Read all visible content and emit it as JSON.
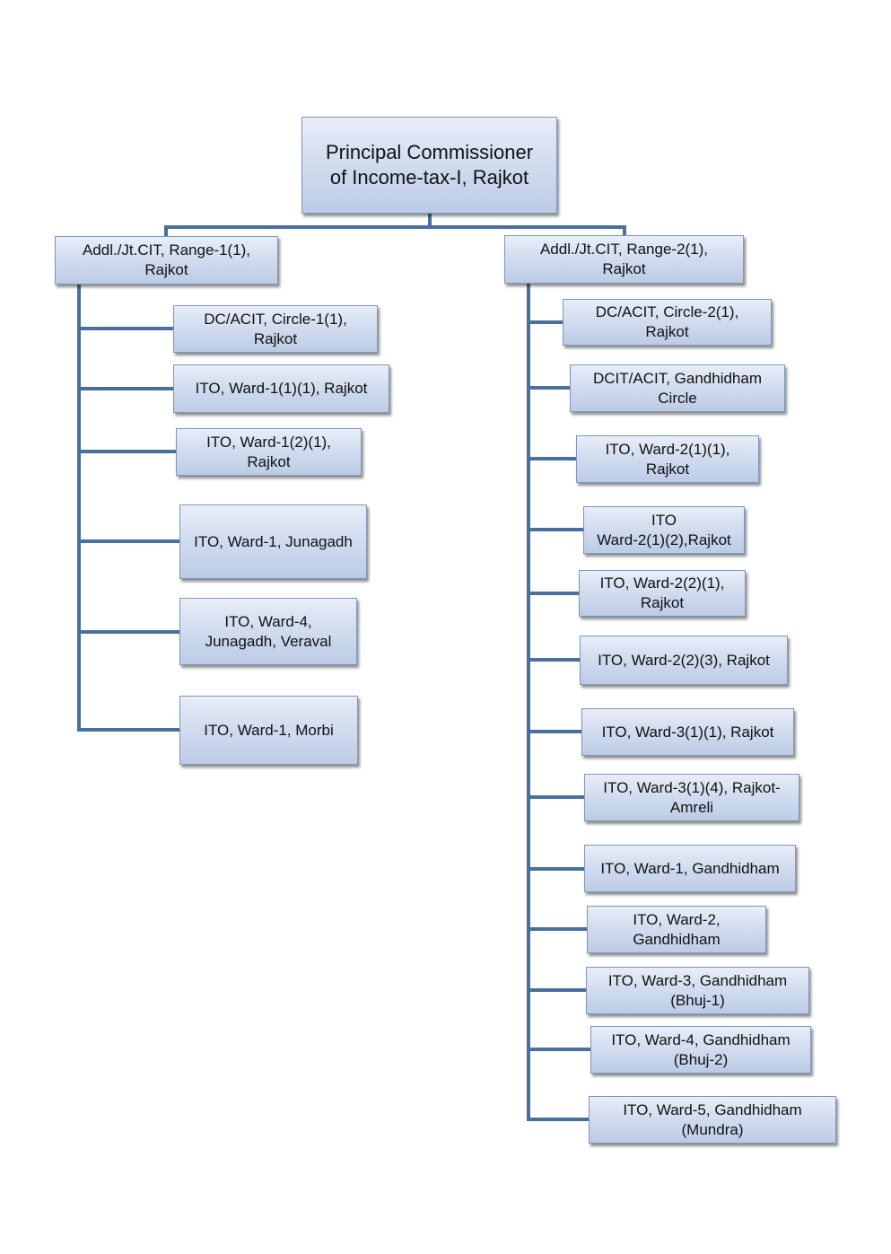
{
  "chart": {
    "root": {
      "label": "Principal Commissioner\nof Income-tax-I, Rajkot"
    },
    "ranges": [
      {
        "label": "Addl./Jt.CIT, Range-1(1),\nRajkot",
        "children": [
          "DC/ACIT, Circle-1(1),\nRajkot",
          "ITO, Ward-1(1)(1), Rajkot",
          "ITO, Ward-1(2)(1),\nRajkot",
          "ITO, Ward-1, Junagadh",
          "ITO, Ward-4,\nJunagadh, Veraval",
          "ITO, Ward-1, Morbi"
        ]
      },
      {
        "label": "Addl./Jt.CIT, Range-2(1),\nRajkot",
        "children": [
          "DC/ACIT, Circle-2(1),\nRajkot",
          "DCIT/ACIT, Gandhidham\nCircle",
          "ITO, Ward-2(1)(1),\nRajkot",
          "ITO\nWard-2(1)(2),Rajkot",
          "ITO, Ward-2(2)(1),\nRajkot",
          "ITO, Ward-2(2)(3), Rajkot",
          "ITO, Ward-3(1)(1), Rajkot",
          "ITO, Ward-3(1)(4), Rajkot-\nAmreli",
          "ITO, Ward-1, Gandhidham",
          "ITO, Ward-2,\nGandhidham",
          "ITO, Ward-3, Gandhidham\n(Bhuj-1)",
          "ITO, Ward-4, Gandhidham\n(Bhuj-2)",
          "ITO, Ward-5, Gandhidham\n(Mundra)"
        ]
      }
    ]
  }
}
